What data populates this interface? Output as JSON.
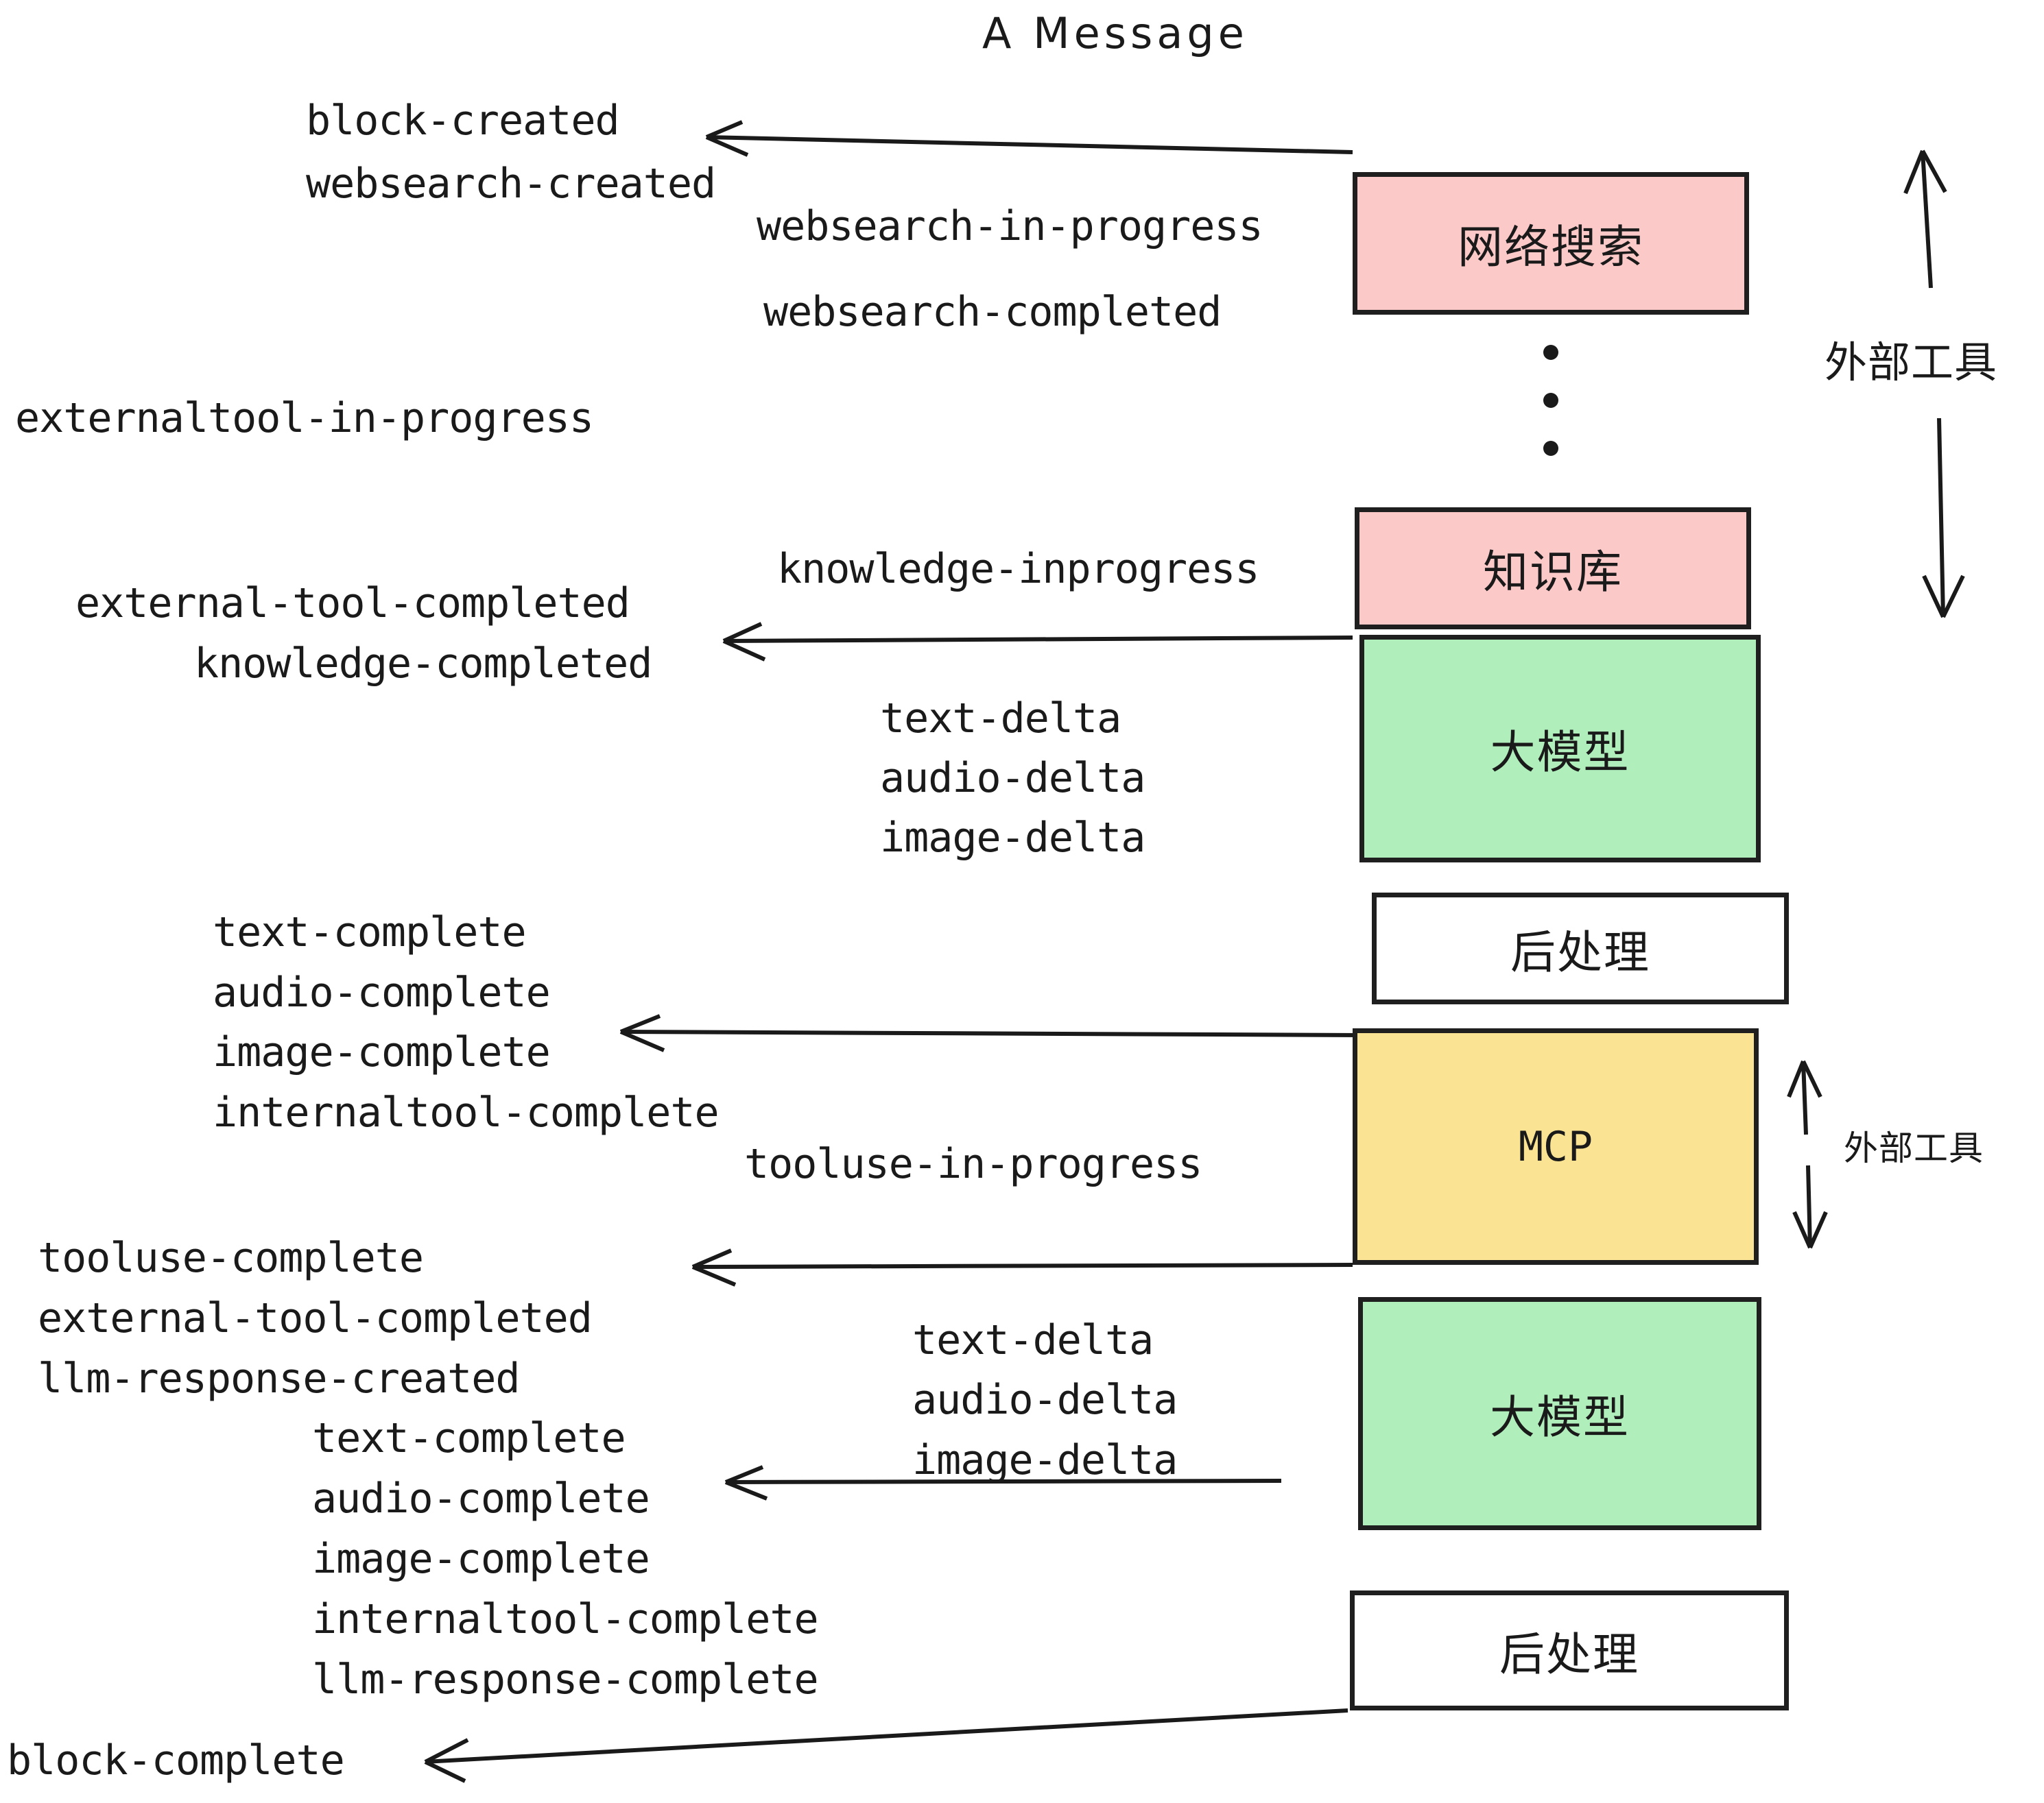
{
  "title": "A Message",
  "boxes": [
    {
      "id": "websearch",
      "label": "网络搜索",
      "color": "pink",
      "font": "cjk"
    },
    {
      "id": "knowledge",
      "label": "知识库",
      "color": "pink",
      "font": "cjk"
    },
    {
      "id": "llm-top",
      "label": "大模型",
      "color": "green",
      "font": "cjk"
    },
    {
      "id": "postprocess-top",
      "label": "后处理",
      "color": "white",
      "font": "cjk"
    },
    {
      "id": "mcp",
      "label": "MCP",
      "color": "yellow",
      "font": "mono"
    },
    {
      "id": "llm-bottom",
      "label": "大模型",
      "color": "green",
      "font": "cjk"
    },
    {
      "id": "postprocess-bottom",
      "label": "后处理",
      "color": "white",
      "font": "cjk"
    }
  ],
  "side_labels": [
    {
      "id": "external-tool-top",
      "text": "外部工具"
    },
    {
      "id": "external-tool-bottom",
      "text": "外部工具"
    }
  ],
  "events": [
    {
      "id": "block-created",
      "text": "block-created"
    },
    {
      "id": "websearch-created",
      "text": "websearch-created"
    },
    {
      "id": "websearch-in-progress",
      "text": "websearch-in-progress"
    },
    {
      "id": "websearch-completed",
      "text": "websearch-completed"
    },
    {
      "id": "externaltool-in-progress",
      "text": "externaltool-in-progress"
    },
    {
      "id": "knowledge-inprogress",
      "text": "knowledge-inprogress"
    },
    {
      "id": "external-tool-completed-1",
      "text": "external-tool-completed"
    },
    {
      "id": "knowledge-completed",
      "text": "knowledge-completed"
    },
    {
      "id": "text-delta-1",
      "text": "text-delta"
    },
    {
      "id": "audio-delta-1",
      "text": "audio-delta"
    },
    {
      "id": "image-delta-1",
      "text": "image-delta"
    },
    {
      "id": "text-complete-1",
      "text": "text-complete"
    },
    {
      "id": "audio-complete-1",
      "text": "audio-complete"
    },
    {
      "id": "image-complete-1",
      "text": "image-complete"
    },
    {
      "id": "internaltool-complete-1",
      "text": "internaltool-complete"
    },
    {
      "id": "tooluse-in-progress",
      "text": "tooluse-in-progress"
    },
    {
      "id": "tooluse-complete",
      "text": "tooluse-complete"
    },
    {
      "id": "external-tool-completed-2",
      "text": "external-tool-completed"
    },
    {
      "id": "llm-response-created",
      "text": "llm-response-created"
    },
    {
      "id": "text-delta-2",
      "text": "text-delta"
    },
    {
      "id": "audio-delta-2",
      "text": "audio-delta"
    },
    {
      "id": "image-delta-2",
      "text": "image-delta"
    },
    {
      "id": "text-complete-2",
      "text": "text-complete"
    },
    {
      "id": "audio-complete-2",
      "text": "audio-complete"
    },
    {
      "id": "image-complete-2",
      "text": "image-complete"
    },
    {
      "id": "internaltool-complete-2",
      "text": "internaltool-complete"
    },
    {
      "id": "llm-response-complete",
      "text": "llm-response-complete"
    },
    {
      "id": "block-complete",
      "text": "block-complete"
    }
  ],
  "colors": {
    "pink": "#fcc9c9",
    "green": "#b0efbc",
    "yellow": "#fae392",
    "white": "#ffffff",
    "stroke": "#1f1f1f",
    "text": "#1a1a1a",
    "background": "#ffffff"
  }
}
